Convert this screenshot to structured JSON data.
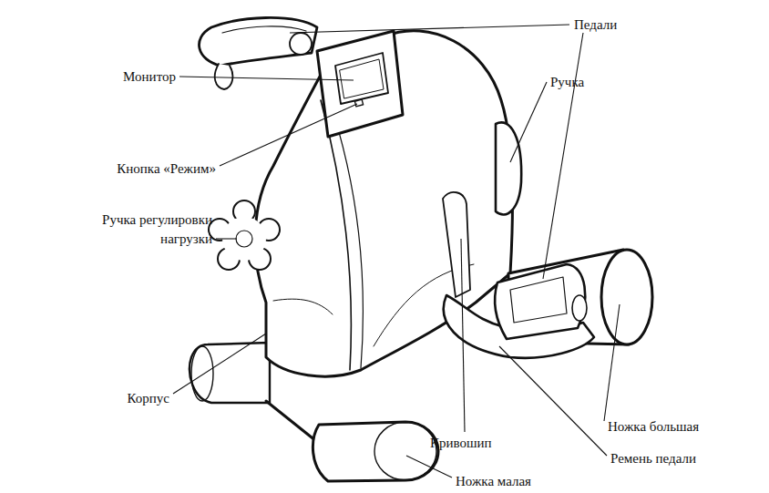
{
  "diagram": {
    "labels": [
      "Педали",
      "Ручка",
      "Монитор",
      "Кнопка «Режим»",
      "Ручка регулировки нагрузки",
      "Корпус",
      "Кривошип",
      "Ножка большая",
      "Ремень педали",
      "Ножка малая"
    ]
  }
}
